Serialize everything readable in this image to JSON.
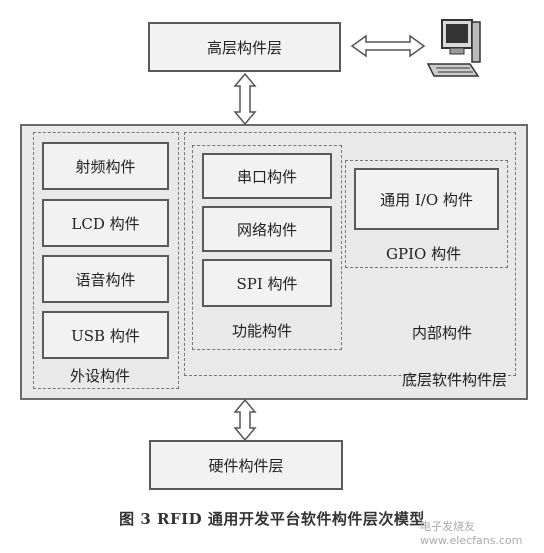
{
  "top_layer": "高层构件层",
  "bottom_panel_label": "底层软件构件层",
  "peripherals": {
    "items": [
      "射频构件",
      "LCD 构件",
      "语音构件",
      "USB 构件"
    ],
    "group_label": "外设构件"
  },
  "functions": {
    "items": [
      "串口构件",
      "网络构件",
      "SPI 构件"
    ],
    "group_label": "功能构件"
  },
  "gpio": {
    "item": "通用 I/O 构件",
    "group_label": "GPIO 构件"
  },
  "internal_label": "内部构件",
  "hardware_layer": "硬件构件层",
  "caption": "图 3   RFID 通用开发平台软件构件层次模型",
  "watermark": "电子发烧友 www.elecfans.com",
  "icons": [
    "computer-icon",
    "double-arrow-icon"
  ]
}
